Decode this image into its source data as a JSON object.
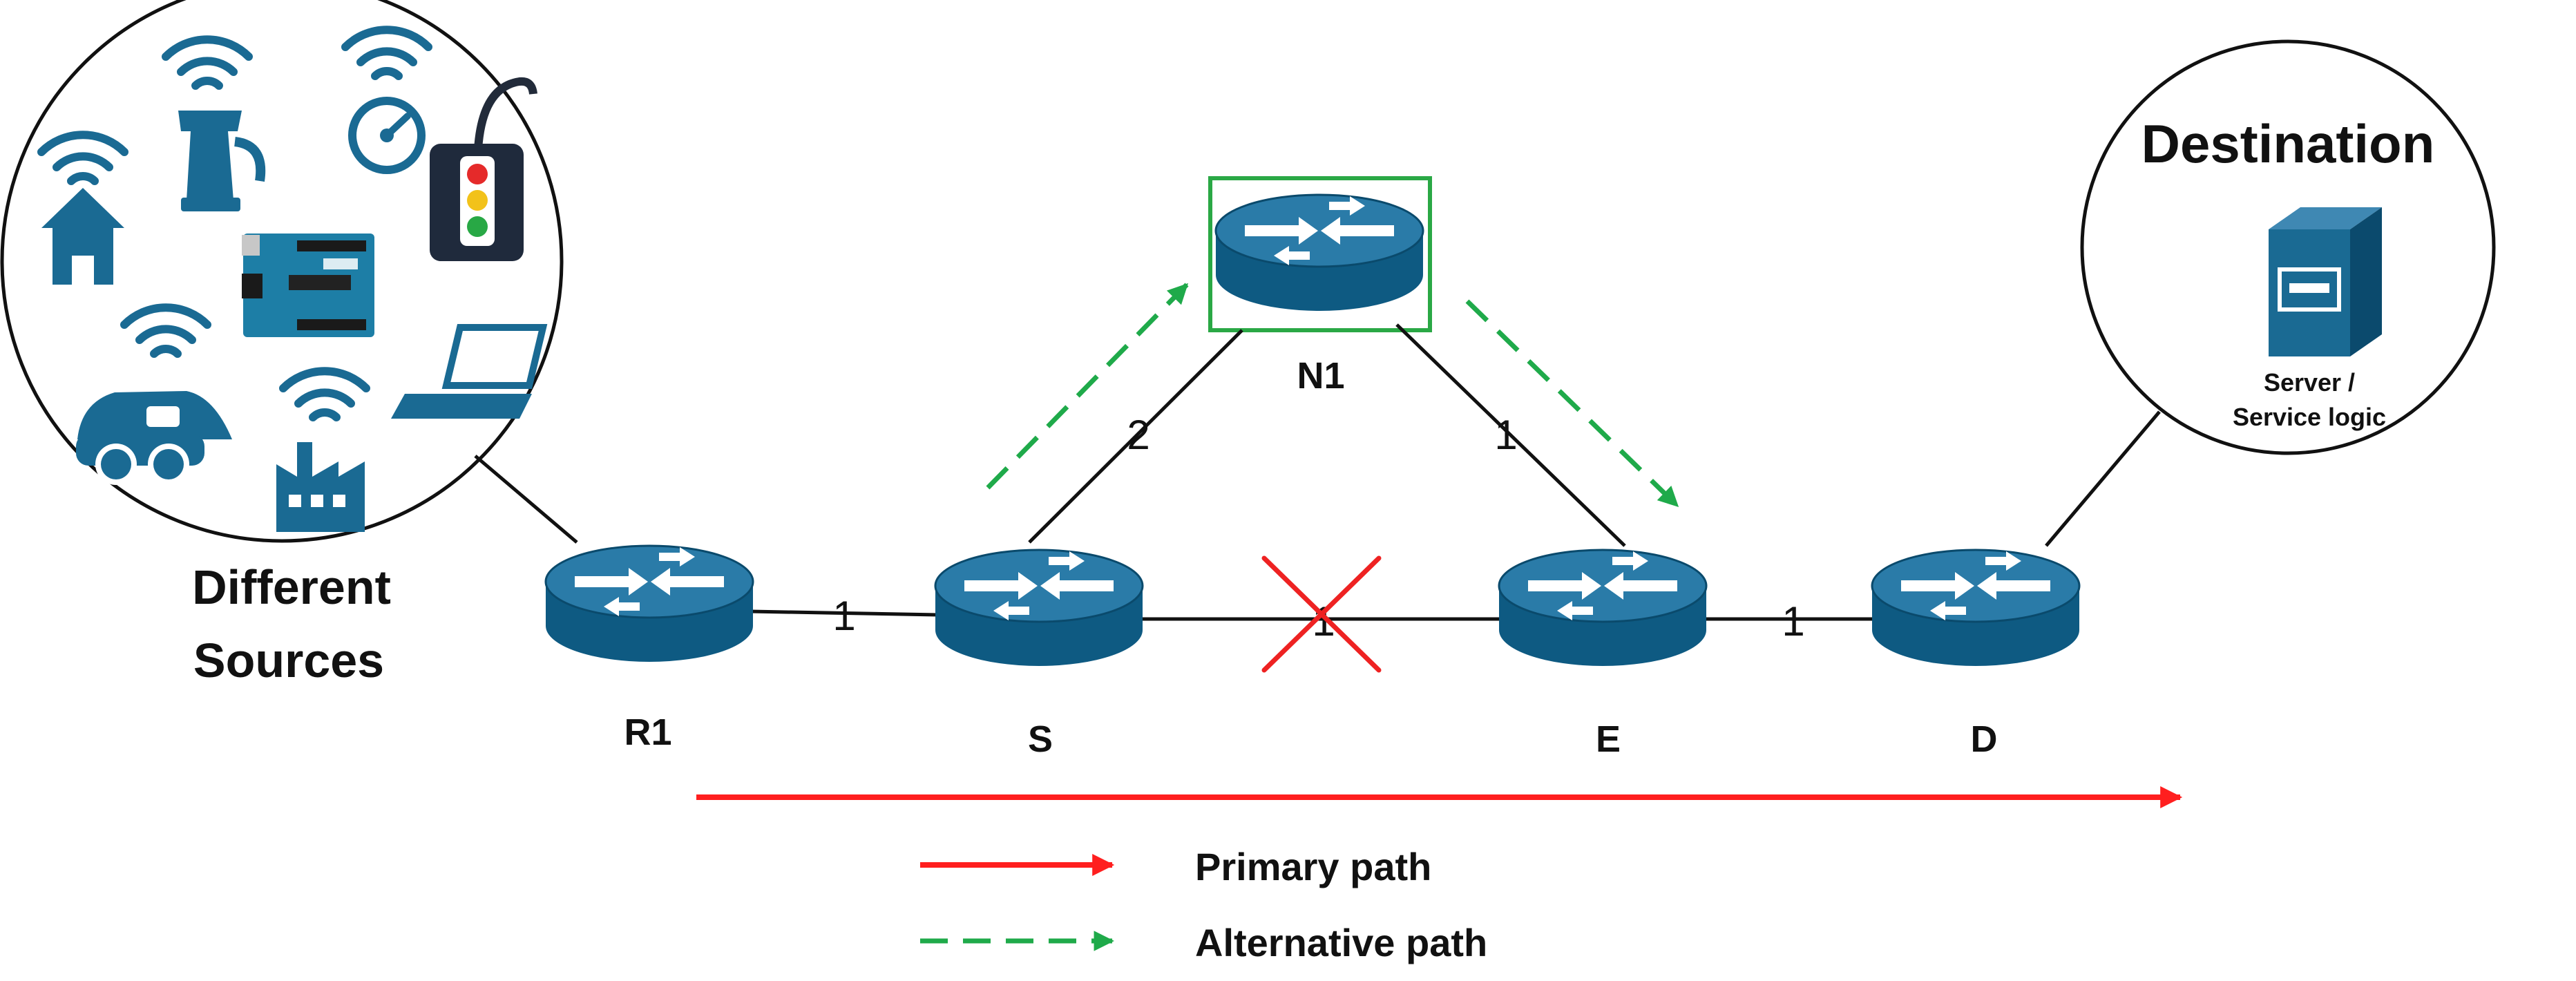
{
  "colors": {
    "router_dark": "#0e5a82",
    "router_top": "#2a7ba8",
    "device": "#1a6a93",
    "primary": "#ff1f1f",
    "alternative": "#1faa4a",
    "failure": "#ee2222",
    "highlight_box": "#2aa845"
  },
  "sources": {
    "label_line1": "Different",
    "label_line2": "Sources"
  },
  "destination": {
    "title": "Destination",
    "server_line1": "Server /",
    "server_line2": "Service logic"
  },
  "routers": {
    "r1": "R1",
    "s": "S",
    "n1": "N1",
    "e": "E",
    "d": "D"
  },
  "links": {
    "r1_s": "1",
    "s_e": "1",
    "e_d": "1",
    "s_n1": "2",
    "n1_e": "1"
  },
  "legend": {
    "primary": "Primary path",
    "alternative": "Alternative path"
  }
}
